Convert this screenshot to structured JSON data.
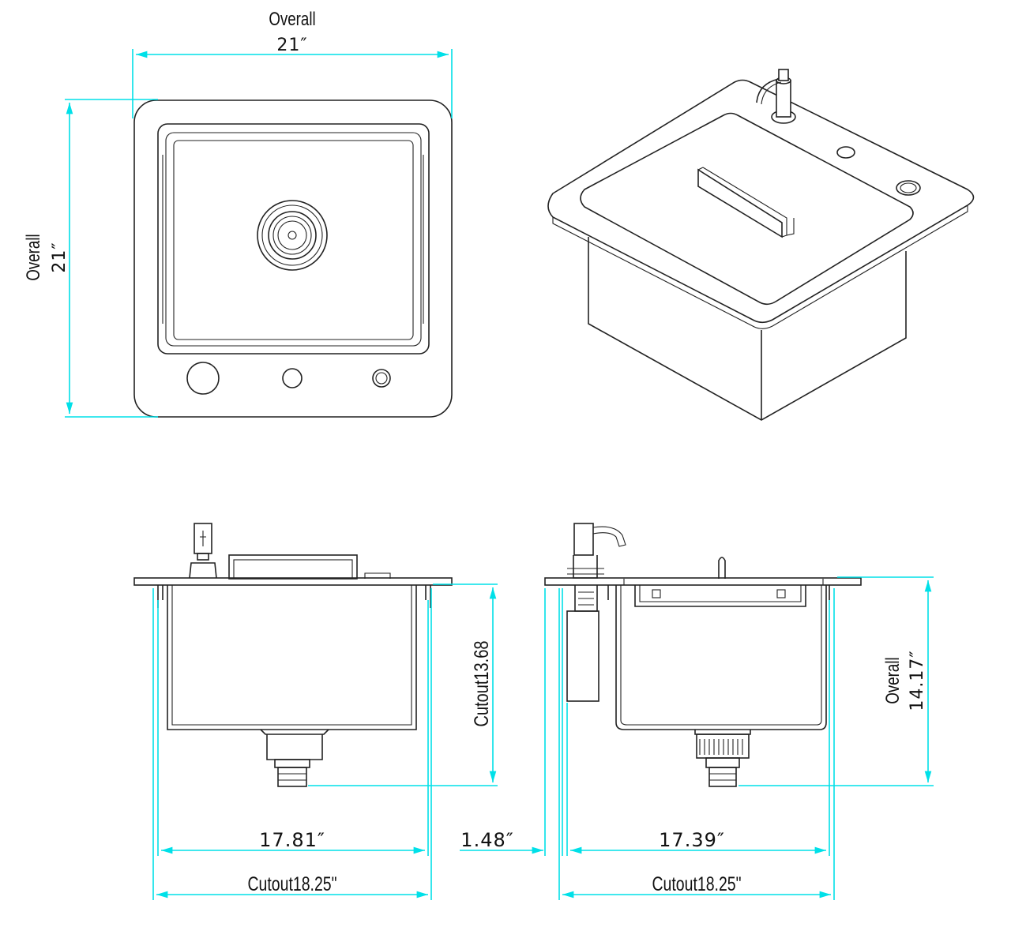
{
  "dimensions": {
    "top_width": {
      "label": "Overall",
      "value": "21″"
    },
    "top_height": {
      "label": "Overall",
      "value": "21″"
    },
    "front_cutout_height": {
      "value": "Cutout13.68"
    },
    "front_bowl_width": {
      "value": "17.81″"
    },
    "front_cutout_width": {
      "value": "Cutout18.25\""
    },
    "flange_width": {
      "value": "1.48″"
    },
    "side_bowl_width": {
      "value": "17.39″"
    },
    "side_cutout_width": {
      "value": "Cutout18.25\""
    },
    "side_overall_height": {
      "label": "Overall",
      "value": "14.17″"
    }
  },
  "colors": {
    "dimension_line": "#00e0e8",
    "outline": "#222222"
  }
}
